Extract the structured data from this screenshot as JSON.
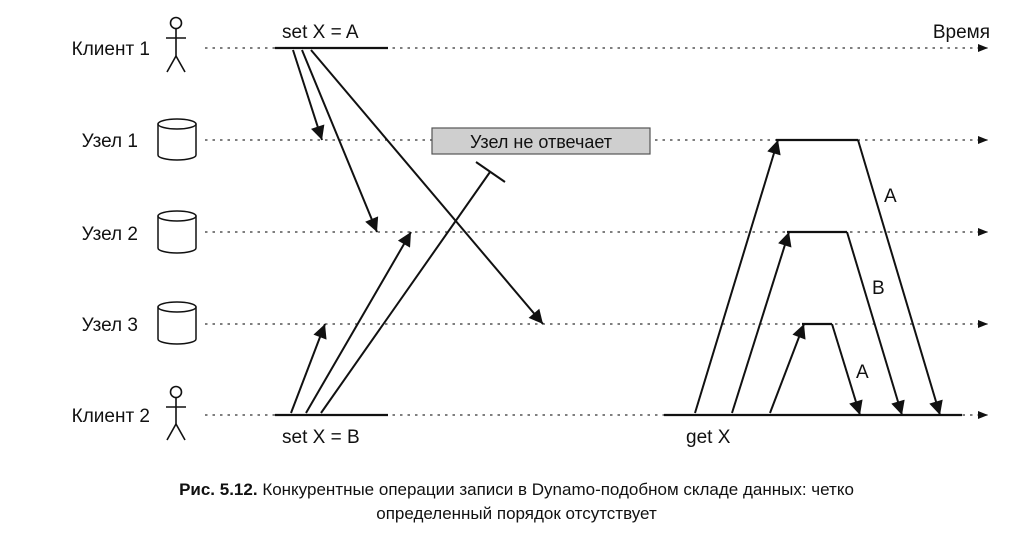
{
  "lanes": {
    "client1": "Клиент 1",
    "node1": "Узел 1",
    "node2": "Узел 2",
    "node3": "Узел 3",
    "client2": "Клиент 2"
  },
  "time_label": "Время",
  "ops": {
    "set_a": "set X = A",
    "set_b": "set X = B",
    "get_x": "get X"
  },
  "node_down_label": "Узел не отвечает",
  "responses": {
    "node1": "A",
    "node2": "B",
    "node3": "A"
  },
  "caption": {
    "number": "Рис. 5.12.",
    "line1": "Конкурентные операции записи в Dynamo-подобном складе данных: четко",
    "line2": "определенный порядок отсутствует"
  },
  "icons": {
    "client": "stick-figure-icon",
    "node": "cylinder-database-icon"
  }
}
